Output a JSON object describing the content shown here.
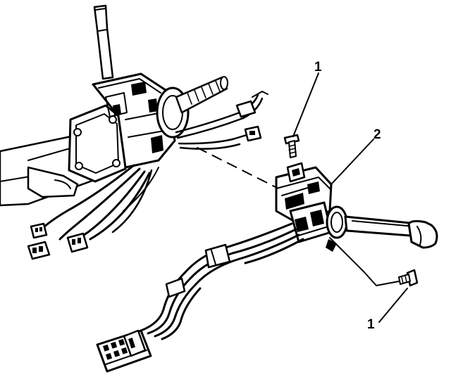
{
  "diagram": {
    "callouts": [
      {
        "id": "screw-top",
        "label": "1"
      },
      {
        "id": "switch-assembly",
        "label": "2"
      },
      {
        "id": "screw-bottom",
        "label": "1"
      }
    ]
  }
}
